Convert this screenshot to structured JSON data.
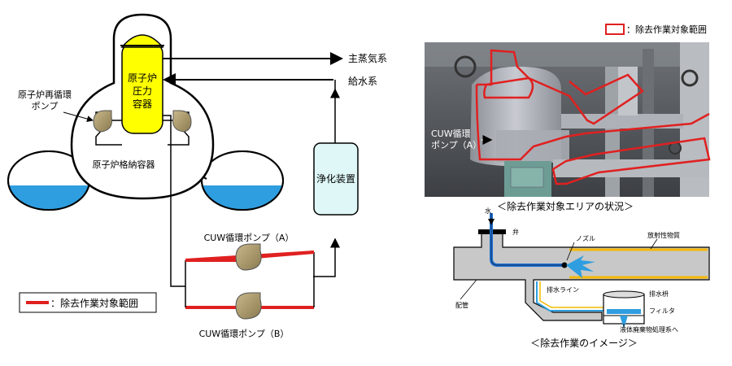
{
  "diagram": {
    "vessel_label": [
      "原子炉",
      "圧力",
      "容器"
    ],
    "containment_label": "原子炉格納容器",
    "recirc_pump_label": [
      "原子炉再循環",
      "ポンプ"
    ],
    "main_steam_label": "主蒸気系",
    "feedwater_label": "給水系",
    "purifier_label": "浄化装置",
    "pump_a_label": "CUW循環ポンプ（A）",
    "pump_b_label": "CUW循環ポンプ（B）",
    "legend_label": "：除去作業対象範囲",
    "highlight_color": "#e02020",
    "vessel_color": "#ffff00",
    "purifier_color": "#dff7f7",
    "water_color": "#2f9ee0"
  },
  "photo": {
    "legend_label": "：除去作業対象範囲",
    "pump_label": [
      "CUW循環",
      "ポンプ（A）"
    ],
    "caption": "＜除去作業対象エリアの状況＞"
  },
  "image": {
    "water_label": "水",
    "valve_label": "弁",
    "nozzle_label": "ノズル",
    "radioactive_label": "放射性物質",
    "pipe_label": "配管",
    "drain_line_label": "排水ライン",
    "drain_tank_label": "排水枡",
    "filter_label": "フィルタ",
    "waste_label": "液体廃棄物処理系へ",
    "caption": "＜除去作業のイメージ＞"
  }
}
